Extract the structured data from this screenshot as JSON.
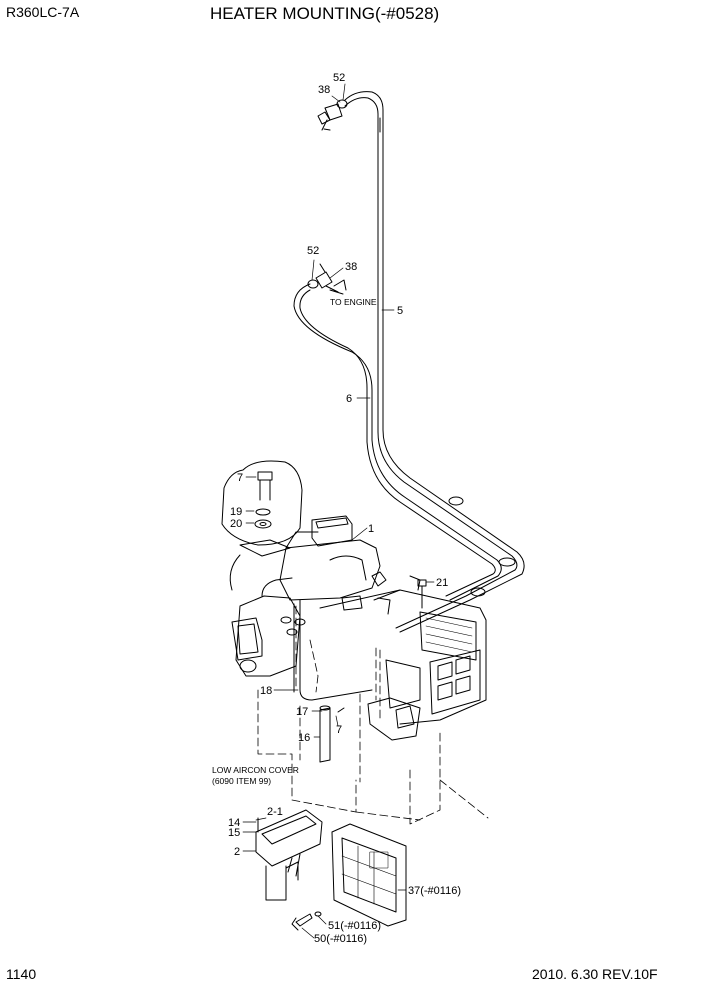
{
  "header": {
    "model": "R360LC-7A",
    "title": "HEATER MOUNTING(-#0528)"
  },
  "footer": {
    "page": "1140",
    "date_rev": "2010. 6.30  REV.10F"
  },
  "notes": {
    "to_engine": "TO ENGINE",
    "low_aircon_1": "LOW AIRCON COVER",
    "low_aircon_2": "(6090 ITEM 99)"
  },
  "callouts": {
    "c52a": "52",
    "c38a": "38",
    "c52b": "52",
    "c38b": "38",
    "c5": "5",
    "c6": "6",
    "c7a": "7",
    "c19": "19",
    "c20": "20",
    "c1": "1",
    "c21": "21",
    "c18": "18",
    "c17": "17",
    "c7b": "7",
    "c16": "16",
    "c2_1": "2-1",
    "c14": "14",
    "c15": "15",
    "c2": "2",
    "c37": "37(-#0116)",
    "c51": "51(-#0116)",
    "c50": "50(-#0116)"
  }
}
